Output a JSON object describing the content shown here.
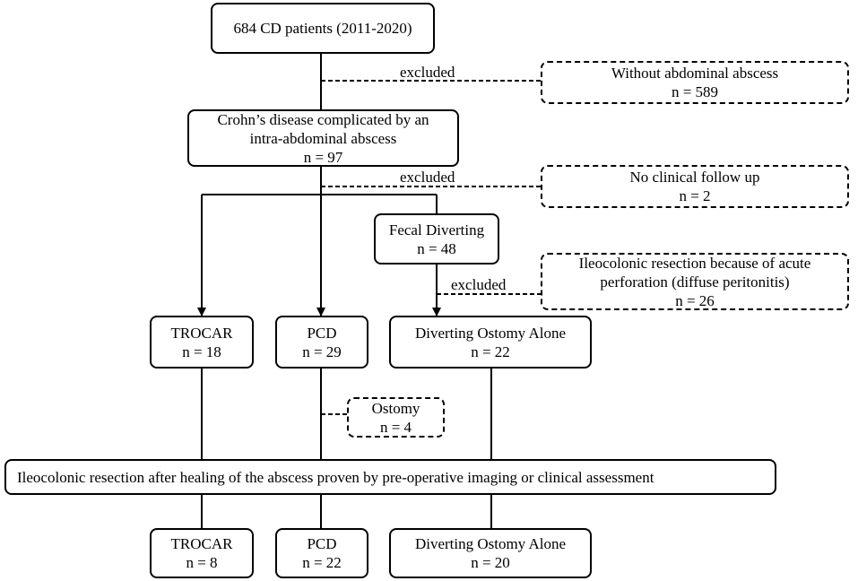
{
  "boxes": {
    "total": {
      "lines": [
        "684 CD patients (2011-2020)"
      ]
    },
    "no_abscess": {
      "lines": [
        "Without abdominal abscess",
        "n = 589"
      ]
    },
    "crohns_abscess": {
      "lines": [
        "Crohn’s disease complicated by an",
        "intra-abdominal abscess",
        "n = 97"
      ]
    },
    "no_followup": {
      "lines": [
        "No clinical follow up",
        "n = 2"
      ]
    },
    "fecal_diverting": {
      "lines": [
        "Fecal Diverting",
        "n = 48"
      ]
    },
    "ileocolonic_acute": {
      "lines": [
        "Ileocolonic resection because of acute",
        "perforation (diffuse peritonitis)",
        "n = 26"
      ]
    },
    "trocar_1": {
      "lines": [
        "TROCAR",
        "n = 18"
      ]
    },
    "pcd_1": {
      "lines": [
        "PCD",
        "n = 29"
      ]
    },
    "ostomy_alone_1": {
      "lines": [
        "Diverting Ostomy Alone",
        "n = 22"
      ]
    },
    "ostomy_small": {
      "lines": [
        "Ostomy",
        "n = 4"
      ]
    },
    "resection_after_healing": {
      "lines": [
        "Ileocolonic resection after healing of the abscess proven by pre-operative imaging or clinical assessment"
      ]
    },
    "trocar_2": {
      "lines": [
        "TROCAR",
        "n = 8"
      ]
    },
    "pcd_2": {
      "lines": [
        "PCD",
        "n = 22"
      ]
    },
    "ostomy_alone_2": {
      "lines": [
        "Diverting Ostomy Alone",
        "n = 20"
      ]
    }
  },
  "edge_labels": {
    "excluded_1": "excluded",
    "excluded_2": "excluded",
    "excluded_3": "excluded"
  }
}
